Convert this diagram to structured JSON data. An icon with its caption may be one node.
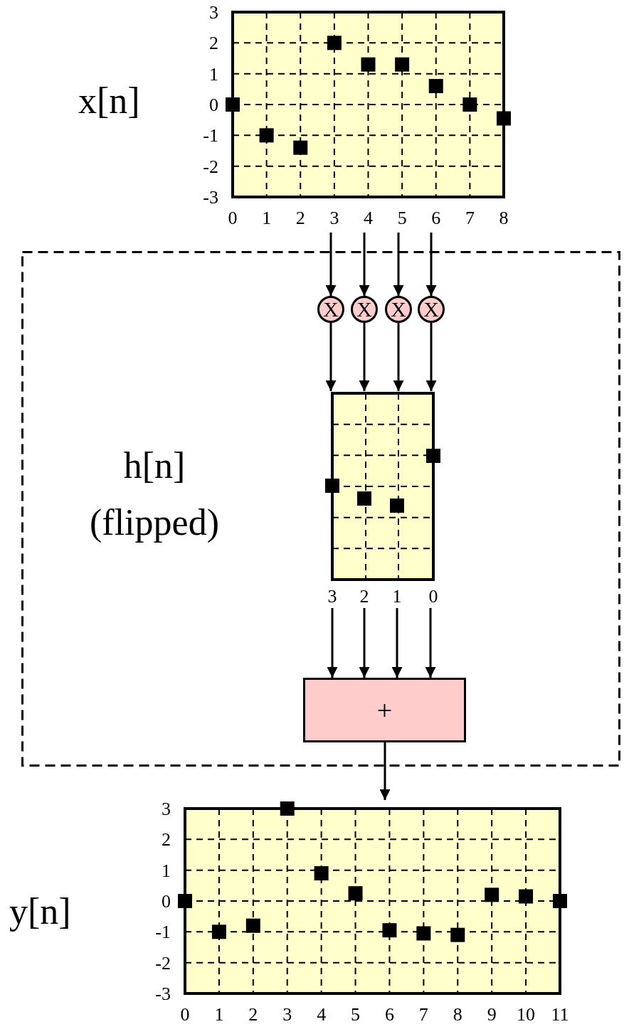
{
  "diagram": {
    "nodes": [
      {
        "text": [],
        "shape": "box",
        "beside": [
          "x[n]"
        ]
      },
      {
        "text": [
          "h[n] (flipped)"
        ]
      },
      {
        "text": [
          "X"
        ],
        "in": 1
      },
      {
        "text": [
          "X"
        ],
        "in": 1
      },
      {
        "text": [
          "X"
        ],
        "in": 1
      },
      {
        "text": [
          "X"
        ],
        "in": 1
      },
      {
        "text": [],
        "shape": "box",
        "in": 1
      },
      {
        "text": [
          "+"
        ],
        "in": 1
      },
      {
        "text": [],
        "shape": "box",
        "beside": [
          "y[n]"
        ]
      }
    ],
    "edges": [
      {
        "from": 0,
        "to": 2,
        "arrow": "to"
      },
      {
        "from": 0,
        "to": 3,
        "arrow": "to"
      },
      {
        "from": 0,
        "to": 4,
        "arrow": "to"
      },
      {
        "from": 0,
        "to": 5,
        "arrow": "to"
      },
      {
        "from": 2,
        "to": 6,
        "arrow": "to"
      },
      {
        "from": 3,
        "to": 6,
        "arrow": "to"
      },
      {
        "from": 4,
        "to": 6,
        "arrow": "to"
      },
      {
        "from": 5,
        "to": 6,
        "arrow": "to"
      },
      {
        "from": 6,
        "to": 7,
        "arrow": "to"
      },
      {
        "from": 6,
        "to": 7,
        "arrow": "to"
      },
      {
        "from": 6,
        "to": 7,
        "arrow": "to"
      },
      {
        "from": 6,
        "to": 7,
        "arrow": "to"
      },
      {
        "from": 7,
        "to": 8,
        "arrow": "to"
      }
    ],
    "labels": [
      "3",
      "2",
      "1",
      "0"
    ],
    "chart_data": [
      {
        "type": "scatter",
        "x": [
          0,
          1,
          2,
          3,
          4,
          5,
          6,
          7,
          8
        ],
        "series": [
          {
            "color": "#000000",
            "values": [
              0,
              -1,
              -1.4,
              2,
              1.3,
              1.3,
              0.6,
              0,
              -0.45
            ]
          }
        ],
        "grid": true,
        "xlim": [
          0,
          8
        ],
        "ylim": [
          -3,
          3
        ],
        "xticks": [
          0,
          1,
          2,
          3,
          4,
          5,
          6,
          7,
          8
        ],
        "yticks": [
          -3,
          -2,
          -1,
          0,
          1,
          2,
          3
        ]
      },
      {
        "type": "scatter",
        "x": [
          0,
          1,
          2,
          3,
          4,
          5,
          6,
          7,
          8,
          9,
          10,
          11
        ],
        "series": [
          {
            "color": "#000000",
            "values": [
              0,
              -1,
              -0.8,
              3,
              0.9,
              0.25,
              -0.95,
              -1.05,
              -1.1,
              0.2,
              0.15,
              0
            ]
          }
        ],
        "grid": true,
        "xlim": [
          0,
          11
        ],
        "ylim": [
          -3,
          3
        ],
        "xticks": [
          0,
          1,
          2,
          3,
          4,
          5,
          6,
          7,
          8,
          9,
          10,
          11
        ],
        "yticks": [
          -3,
          -2,
          -1,
          0,
          1,
          2,
          3
        ]
      }
    ]
  }
}
